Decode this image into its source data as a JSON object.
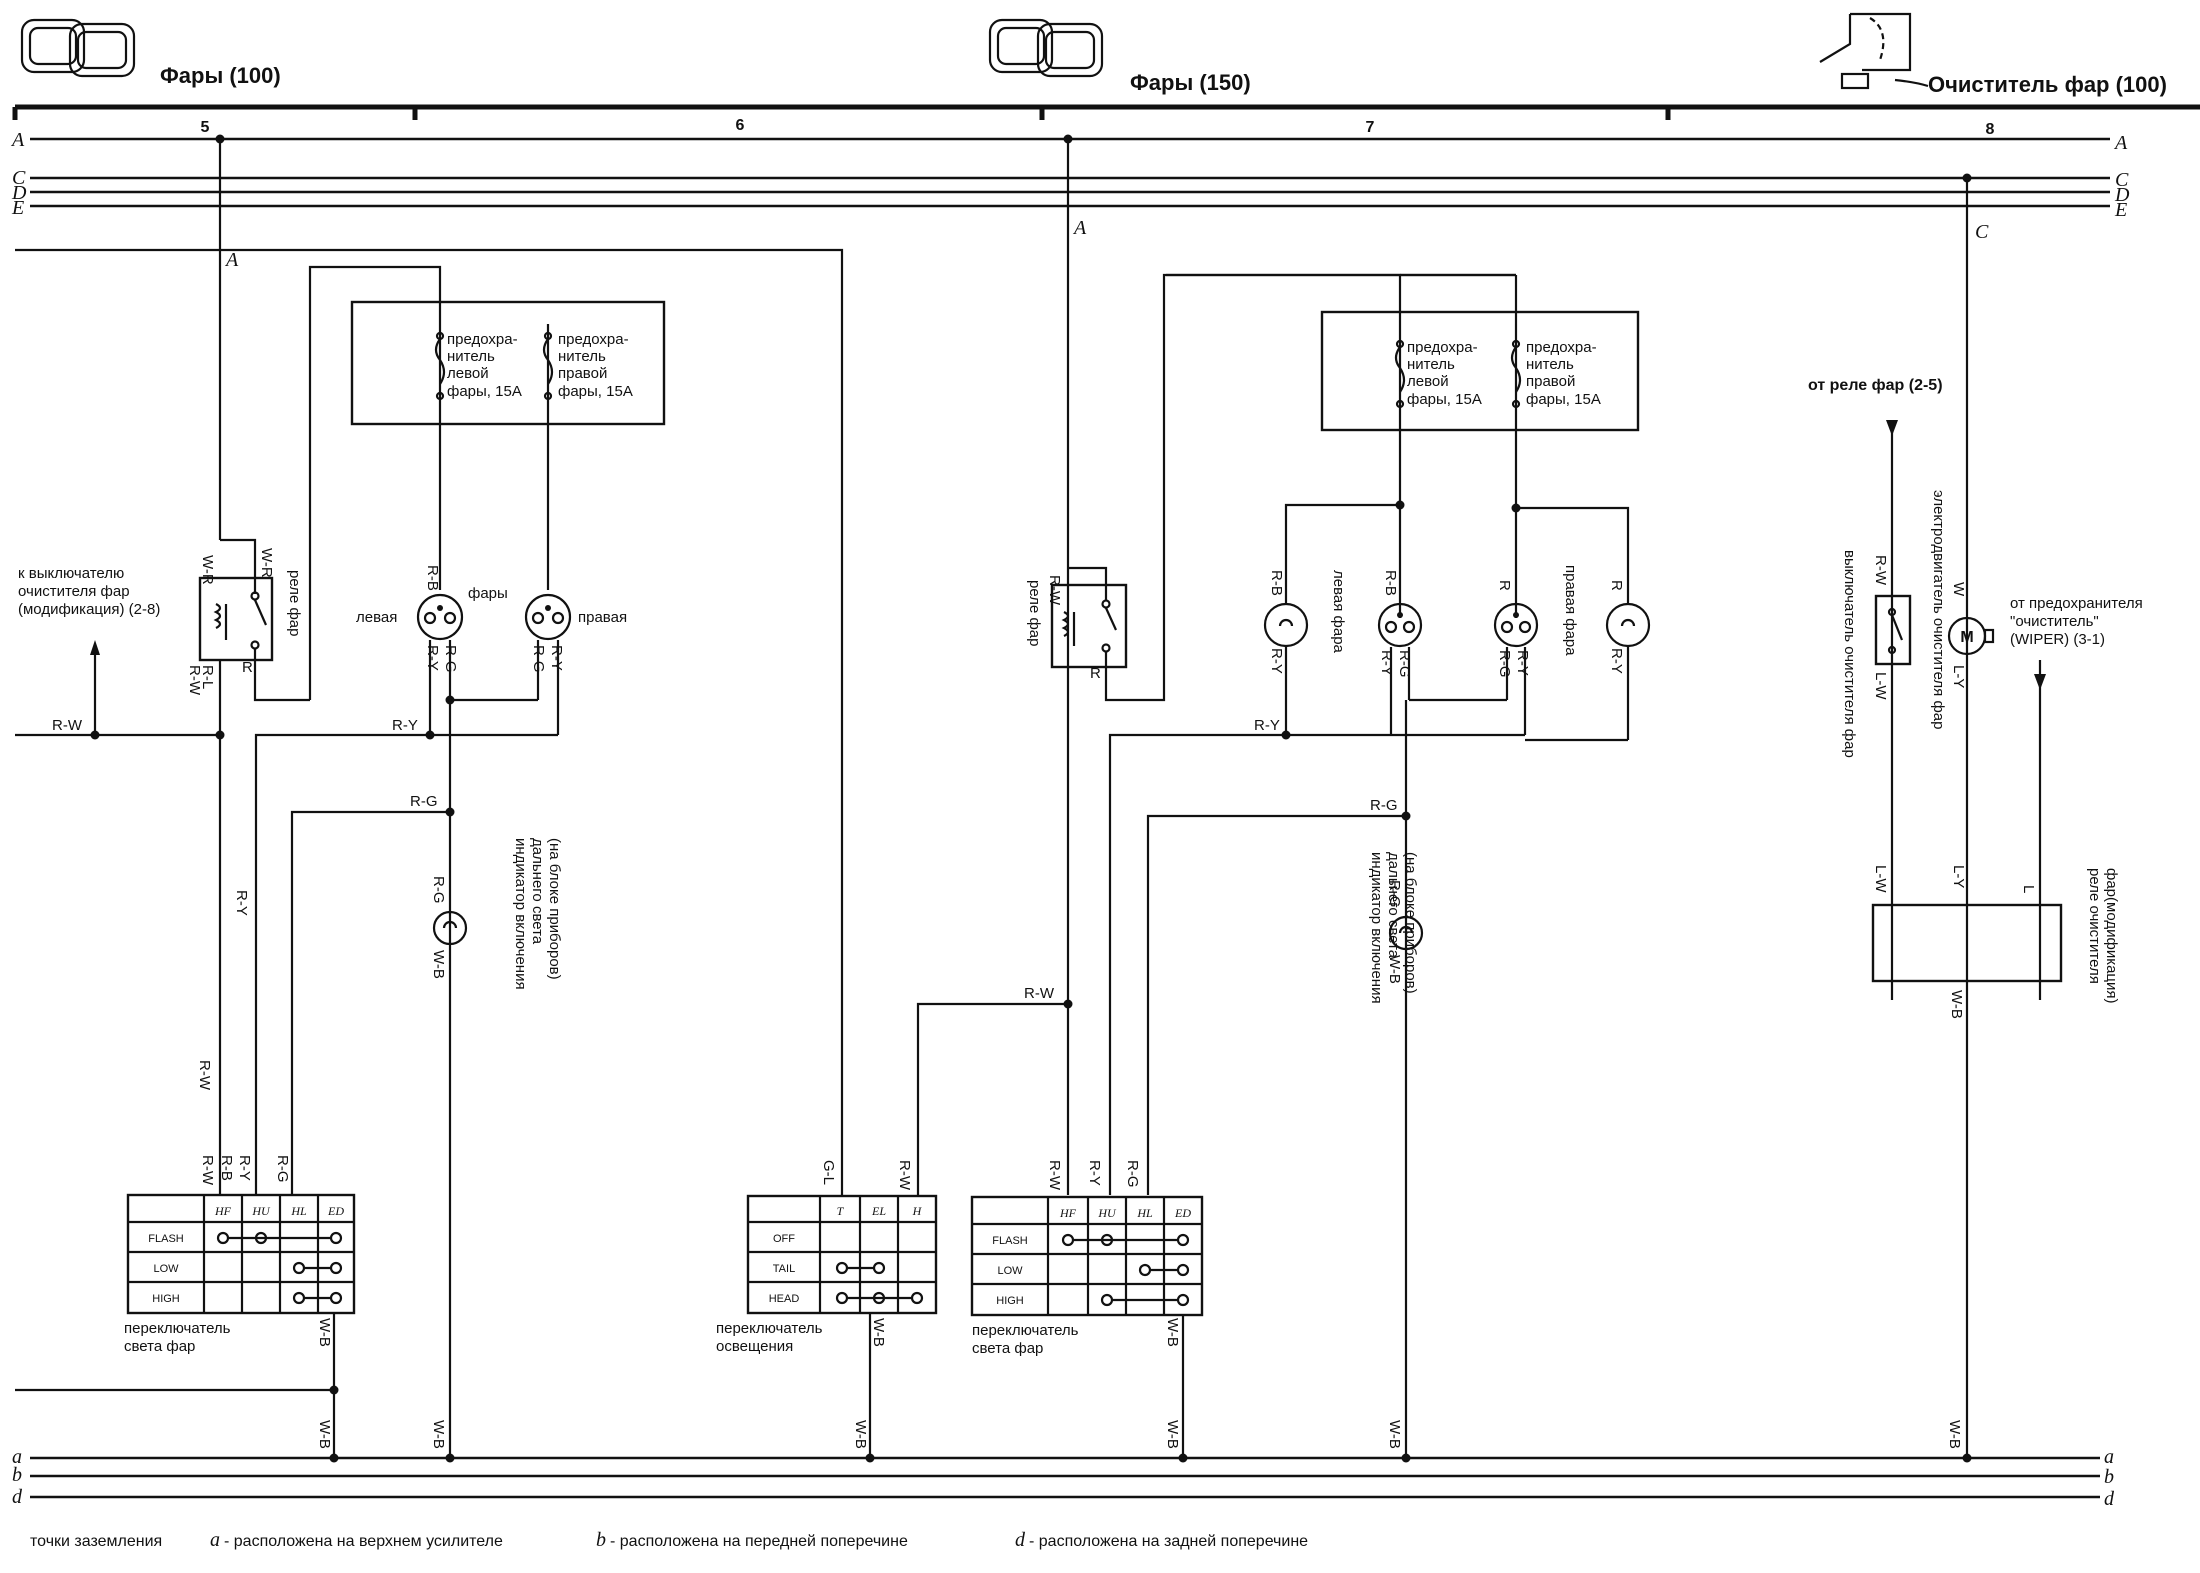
{
  "headers": [
    {
      "title": "Фары (100)",
      "icon": "headlamp-icon"
    },
    {
      "title": "Фары (150)",
      "icon": "headlamp-icon"
    },
    {
      "title": "Очиститель фар (100)",
      "icon": "headlamp-cleaner-icon"
    }
  ],
  "columns": [
    "5",
    "6",
    "7",
    "8"
  ],
  "bus_top": [
    "A",
    "C",
    "D",
    "E"
  ],
  "bus_bottom": [
    "a",
    "b",
    "d"
  ],
  "tap_labels": {
    "a1": "A",
    "a2": "A",
    "c": "C"
  },
  "fuse_box": {
    "left_text": [
      "предохра-",
      "нитель",
      "левой",
      "фары, 15A"
    ],
    "right_text": [
      "предохра-",
      "нитель",
      "правой",
      "фары, 15A"
    ]
  },
  "relay_label": "реле фар",
  "lamps_pair_label": "фары",
  "lamp_left": "левая",
  "lamp_right": "правая",
  "left_lamp_label": "левая фара",
  "right_lamp_label": "правая фара",
  "cleaner_switch_note": [
    "к выключателю",
    "очистителя фар",
    "(модификация) (2-8)"
  ],
  "indicator_label": [
    "индикатор включения",
    "дальнего света",
    "(на блоке приборов)"
  ],
  "from_relay": "от реле фар (2-5)",
  "cleaner_switch_label": "выключатель очистителя фар",
  "cleaner_motor_label": "электродвигатель очистителя фар",
  "motor_symbol": "M",
  "from_fuse_label": [
    "от предохранителя",
    "\"очиститель\"",
    "(WIPER) (3-1)"
  ],
  "cleaner_relay_label": [
    "реле очистителя",
    "фар(модификация)"
  ],
  "wire": {
    "rw": "R-W",
    "ry": "R-Y",
    "rg": "R-G",
    "rb": "R-B",
    "wb": "W-B",
    "rl": "R-L",
    "r": "R",
    "wr": "W-R",
    "gl": "G-L",
    "lw": "L-W",
    "ly": "L-Y",
    "l": "L",
    "w": "W"
  },
  "headlight_switch": {
    "label": [
      "переключатель",
      "света фар"
    ],
    "cols": [
      "HF",
      "HU",
      "HL",
      "ED"
    ],
    "rows": [
      "FLASH",
      "LOW",
      "HIGH"
    ]
  },
  "light_switch": {
    "label": [
      "переключатель",
      "освещения"
    ],
    "cols": [
      "T",
      "EL",
      "H"
    ],
    "rows": [
      "OFF",
      "TAIL",
      "HEAD"
    ]
  },
  "footer": {
    "intro": "точки заземления",
    "items": [
      {
        "letter": "a",
        "text": "- расположена на верхнем усилителе"
      },
      {
        "letter": "b",
        "text": "- расположена на передней поперечине"
      },
      {
        "letter": "d",
        "text": "- расположена на задней поперечине"
      }
    ]
  }
}
